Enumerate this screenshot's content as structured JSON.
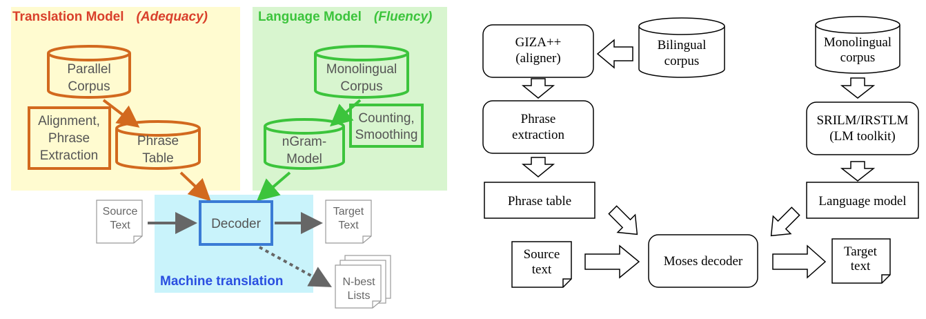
{
  "left": {
    "translation_model": {
      "title": "Translation Model",
      "subtitle": "(Adequacy)"
    },
    "language_model": {
      "title": "Language Model",
      "subtitle": "(Fluency)"
    },
    "parallel_corpus": [
      "Parallel",
      "Corpus"
    ],
    "alignment": [
      "Alignment,",
      "Phrase",
      "Extraction"
    ],
    "phrase_table": [
      "Phrase",
      "Table"
    ],
    "monolingual_corpus": [
      "Monolingual",
      "Corpus"
    ],
    "counting": [
      "Counting,",
      "Smoothing"
    ],
    "ngram": [
      "nGram-",
      "Model"
    ],
    "source_text": [
      "Source",
      "Text"
    ],
    "decoder": "Decoder",
    "target_text": [
      "Target",
      "Text"
    ],
    "machine_translation": "Machine translation",
    "nbest": [
      "N-best",
      "Lists"
    ],
    "colors": {
      "orange": "#D2691E",
      "red_label": "#D9402B",
      "green": "#3CC43C",
      "blue": "#3A7BD5",
      "yellow_bg": "#FFFBD0",
      "green_bg": "#D8F5CF",
      "cyan_bg": "#C9F3FB"
    }
  },
  "right": {
    "giza": [
      "GIZA++",
      "(aligner)"
    ],
    "bilingual": [
      "Bilingual",
      "corpus"
    ],
    "monolingual": [
      "Monolingual",
      "corpus"
    ],
    "phrase_extraction": [
      "Phrase",
      "extraction"
    ],
    "srilm": [
      "SRILM/IRSTLM",
      "(LM toolkit)"
    ],
    "phrase_table": "Phrase table",
    "language_model": "Language model",
    "source_text": [
      "Source",
      "text"
    ],
    "moses": "Moses decoder",
    "target_text": [
      "Target",
      "text"
    ]
  }
}
